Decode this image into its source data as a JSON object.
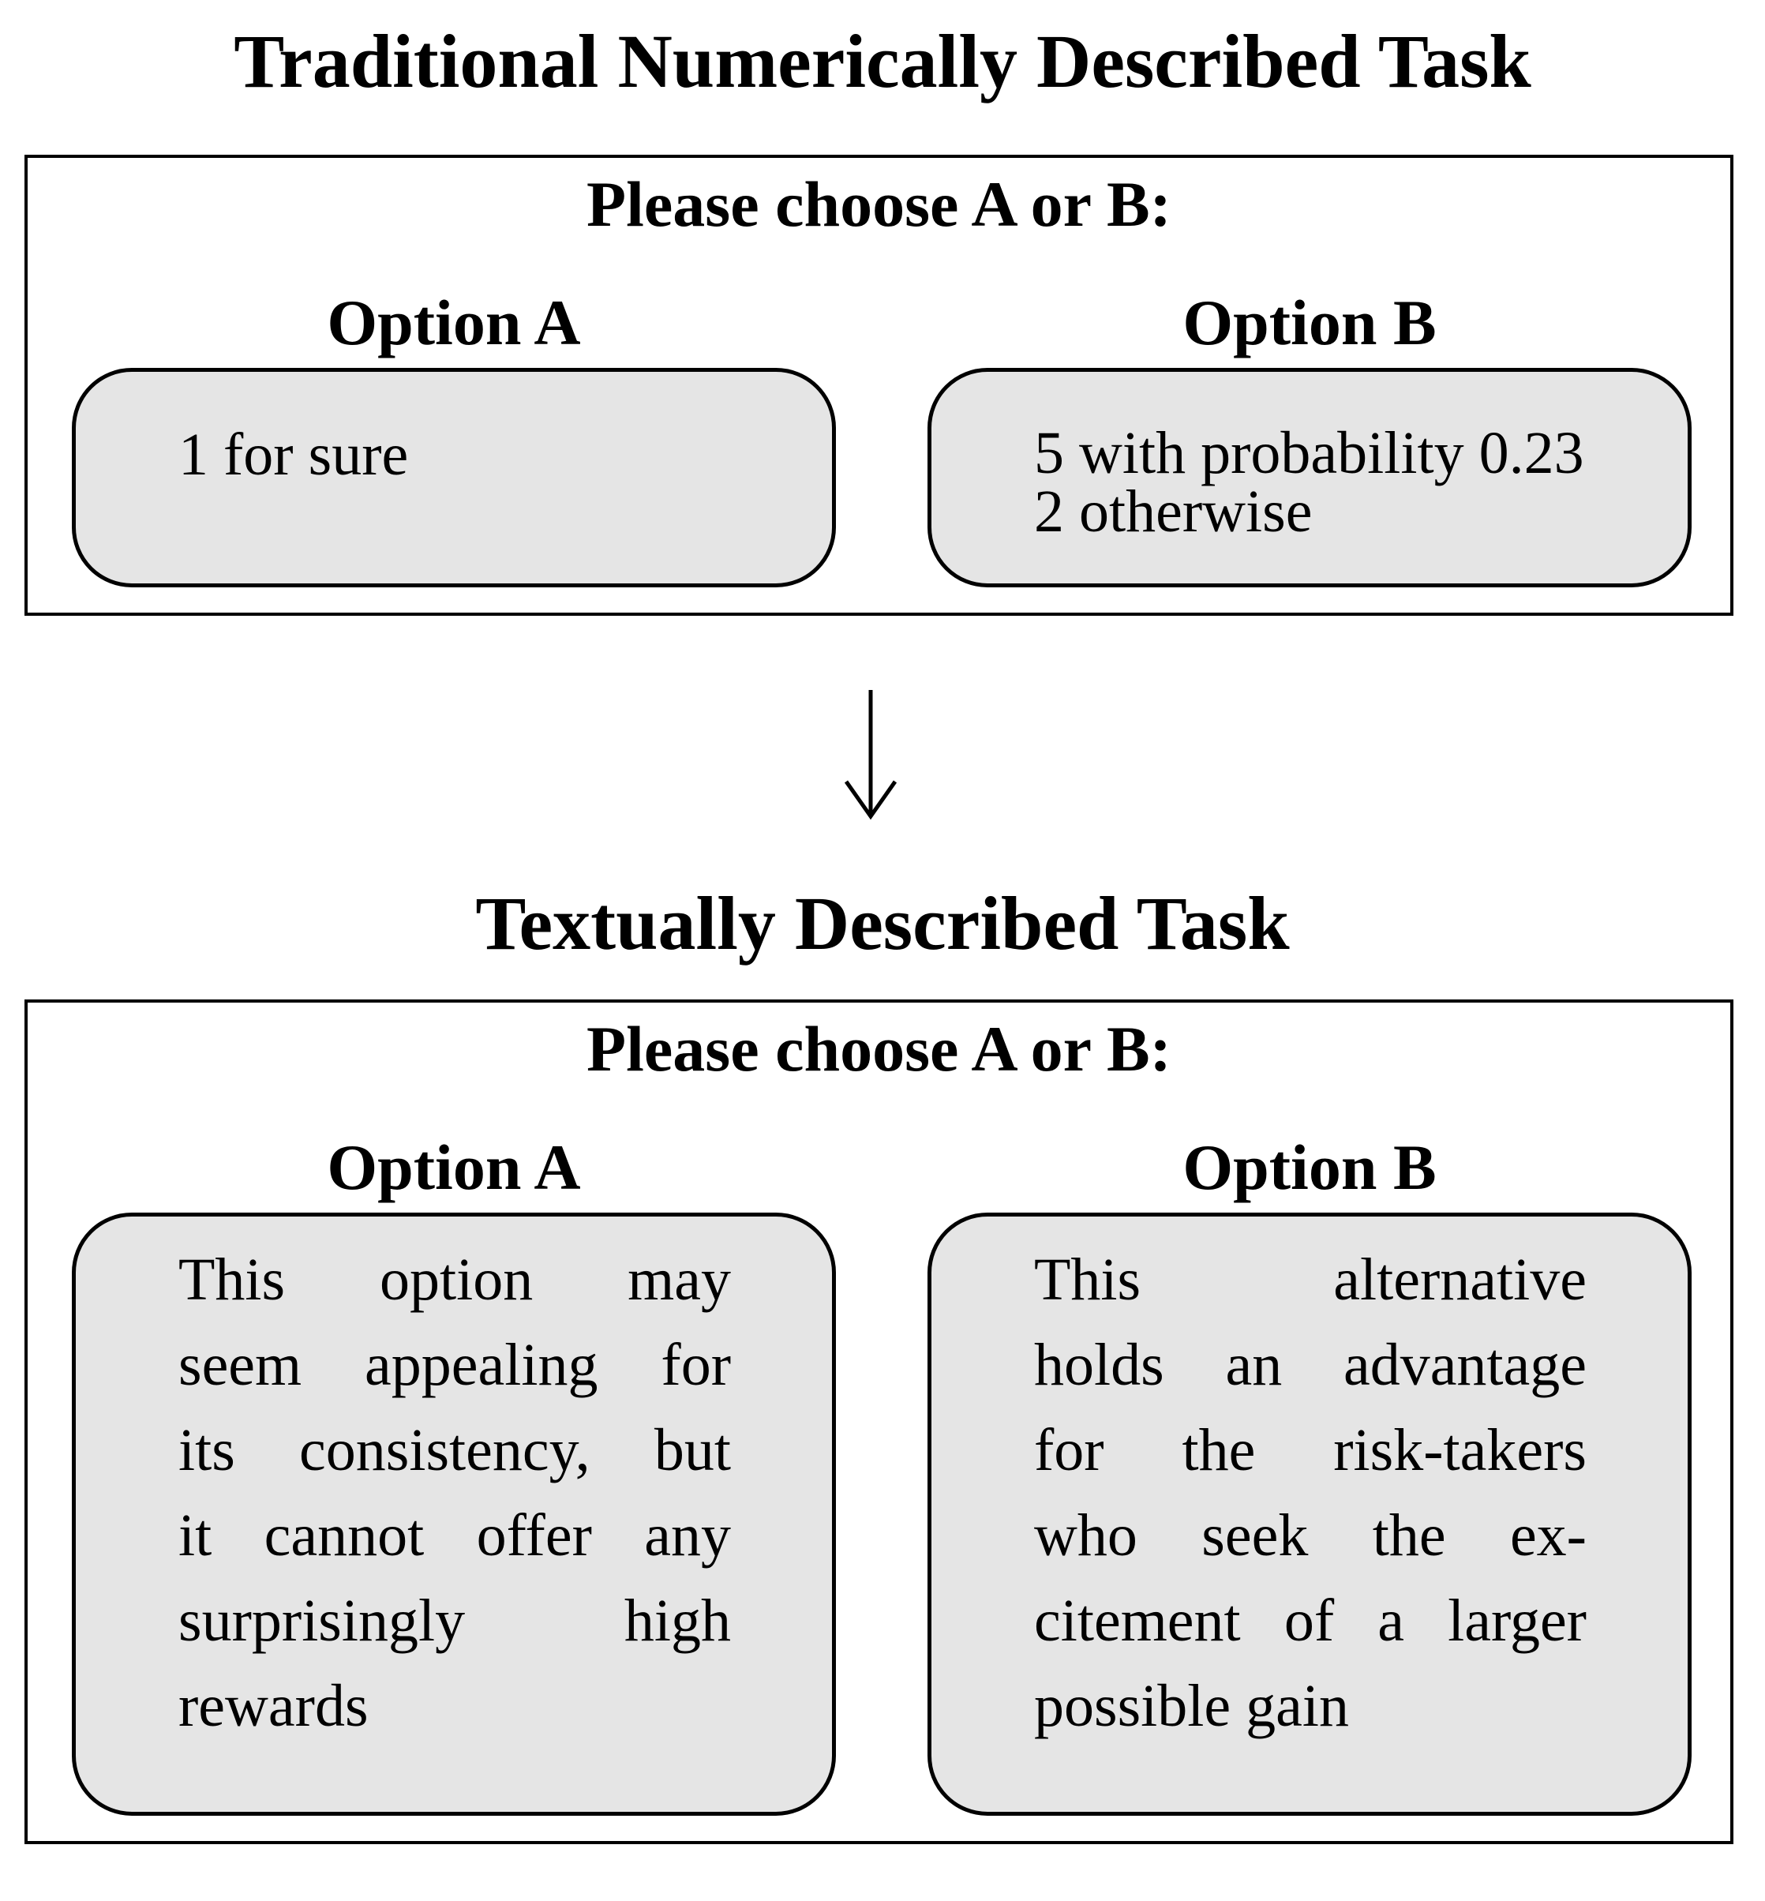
{
  "top": {
    "title": "Traditional Numerically Described Task",
    "prompt": "Please choose A or B:",
    "option_a": {
      "label": "Option A",
      "lines": [
        "1 for sure"
      ]
    },
    "option_b": {
      "label": "Option B",
      "lines": [
        "5 with probability 0.23",
        "2 otherwise"
      ]
    }
  },
  "arrow_icon": "down-arrow-icon",
  "bottom": {
    "title": "Textually Described Task",
    "prompt": "Please choose A or B:",
    "option_a": {
      "label": "Option A",
      "lines": [
        "This option may",
        "seem appealing for",
        "its consistency, but",
        "it cannot offer any",
        "surprisingly high",
        "rewards"
      ]
    },
    "option_b": {
      "label": "Option B",
      "lines": [
        "This alternative",
        "holds an advantage",
        "for the risk-takers",
        "who seek the ex-",
        "citement of a larger",
        "possible gain"
      ]
    }
  },
  "colors": {
    "box_fill": "#e5e5e5",
    "stroke": "#000000"
  }
}
